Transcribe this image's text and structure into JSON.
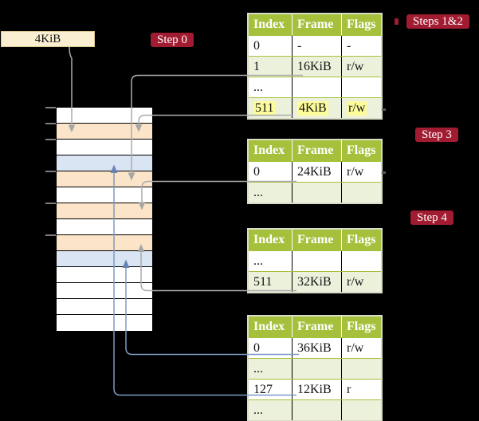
{
  "colors": {
    "background": "#000000",
    "accent_red": "#A11C31",
    "header_green": "#A5C13C",
    "row_green": "#ECF1DC",
    "orange_cell": "#FCE4C8",
    "blue_cell": "#D9E5F3",
    "cream_box": "#FBEFD2",
    "cream_border": "#DCC994",
    "highlight_yellow": "#FDFC9B",
    "table_border": "#D8DCC6",
    "gray_line": "#ABABAB",
    "gray_arrow": "#A6A6A6",
    "blue_line": "#7E9AC4",
    "blue_arrow": "#6884B4",
    "tick_gray": "#7F7F7F",
    "dash_gray": "#5A5A5A"
  },
  "cr3_box": {
    "label": "4KiB"
  },
  "steps": [
    {
      "id": "step0",
      "text": "Step 0"
    },
    {
      "id": "steps12",
      "text": "Steps 1&2"
    },
    {
      "id": "step3",
      "text": "Step 3"
    },
    {
      "id": "step4",
      "text": "Step 4"
    }
  ],
  "memory_stack": {
    "rows": [
      {
        "color": "white"
      },
      {
        "color": "orange"
      },
      {
        "color": "white"
      },
      {
        "color": "blue"
      },
      {
        "color": "orange"
      },
      {
        "color": "white"
      },
      {
        "color": "orange"
      },
      {
        "color": "white"
      },
      {
        "color": "orange"
      },
      {
        "color": "blue"
      },
      {
        "color": "white"
      },
      {
        "color": "white"
      },
      {
        "color": "white"
      },
      {
        "color": "white"
      }
    ]
  },
  "tables": [
    {
      "step": "Steps 1&2",
      "columns": [
        "Index",
        "Frame",
        "Flags"
      ],
      "rows": [
        {
          "cells": [
            "0",
            "-",
            "-"
          ],
          "tone": "plain",
          "highlighted": false
        },
        {
          "cells": [
            "1",
            "16KiB",
            "r/w"
          ],
          "tone": "shade",
          "highlighted": false
        },
        {
          "cells": [
            "...",
            "",
            ""
          ],
          "tone": "plain",
          "highlighted": false
        },
        {
          "cells": [
            "511",
            "4KiB",
            "r/w"
          ],
          "tone": "shade",
          "highlighted": true
        }
      ]
    },
    {
      "step": "Step 3",
      "columns": [
        "Index",
        "Frame",
        "Flags"
      ],
      "rows": [
        {
          "cells": [
            "0",
            "24KiB",
            "r/w"
          ],
          "tone": "plain",
          "highlighted": false
        },
        {
          "cells": [
            "...",
            "",
            ""
          ],
          "tone": "shade",
          "highlighted": false
        }
      ]
    },
    {
      "step": "Step 4",
      "columns": [
        "Index",
        "Frame",
        "Flags"
      ],
      "rows": [
        {
          "cells": [
            "...",
            "",
            ""
          ],
          "tone": "plain",
          "highlighted": false
        },
        {
          "cells": [
            "511",
            "32KiB",
            "r/w"
          ],
          "tone": "shade",
          "highlighted": false
        }
      ]
    },
    {
      "step": "",
      "columns": [
        "Index",
        "Frame",
        "Flags"
      ],
      "rows": [
        {
          "cells": [
            "0",
            "36KiB",
            "r/w"
          ],
          "tone": "plain",
          "highlighted": false
        },
        {
          "cells": [
            "...",
            "",
            ""
          ],
          "tone": "shade",
          "highlighted": false
        },
        {
          "cells": [
            "127",
            "12KiB",
            "r"
          ],
          "tone": "plain",
          "highlighted": false
        },
        {
          "cells": [
            "...",
            "",
            ""
          ],
          "tone": "shade",
          "highlighted": false
        }
      ]
    }
  ]
}
